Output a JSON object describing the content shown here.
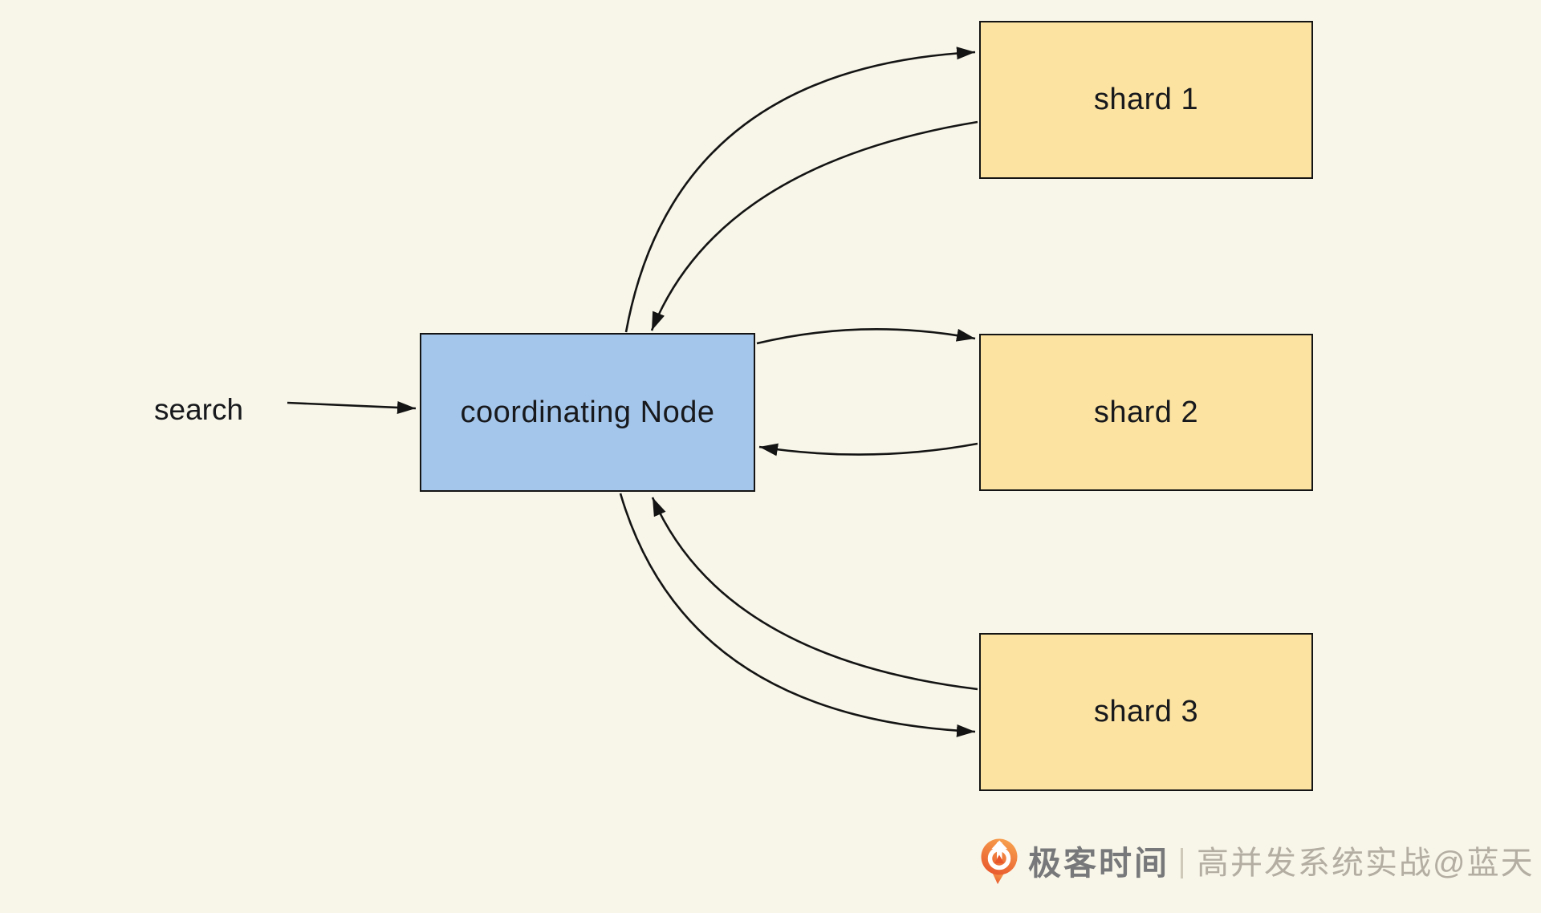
{
  "diagram": {
    "search_label": "search",
    "coordinating_node": {
      "label": "coordinating Node"
    },
    "shards": [
      {
        "label": "shard 1"
      },
      {
        "label": "shard 2"
      },
      {
        "label": "shard 3"
      }
    ],
    "arrows": [
      {
        "from": "search",
        "to": "coordinating Node"
      },
      {
        "from": "coordinating Node",
        "to": "shard 1"
      },
      {
        "from": "shard 1",
        "to": "coordinating Node"
      },
      {
        "from": "coordinating Node",
        "to": "shard 2"
      },
      {
        "from": "shard 2",
        "to": "coordinating Node"
      },
      {
        "from": "coordinating Node",
        "to": "shard 3"
      },
      {
        "from": "shard 3",
        "to": "coordinating Node"
      }
    ]
  },
  "watermark": {
    "brand": "极客时间",
    "credit": "高并发系统实战@蓝天",
    "logo_icon": "geektime-logo"
  },
  "colors": {
    "background": "#F8F6E9",
    "node_fill": "#A5C6EB",
    "shard_fill": "#FCE3A1",
    "stroke": "#141414",
    "label_color": "#17191c",
    "brand_orange": "#E8582D",
    "brand_orange_light": "#F7A14E",
    "brand_text": "#77787a",
    "credit_text": "#B3ADA2",
    "divider_color": "#CFC9BA"
  }
}
